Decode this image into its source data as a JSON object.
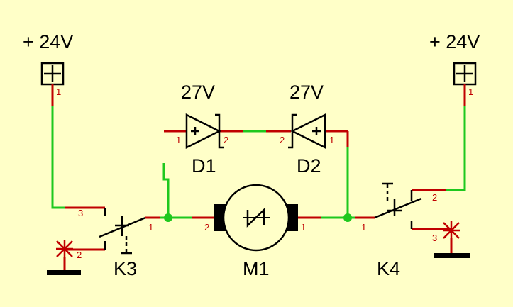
{
  "colors": {
    "background": "#ffffc8",
    "wire": "#1ec81e",
    "pin_lead": "#c00000",
    "pin_number": "#c00000",
    "symbol": "#000000",
    "ground_cross": "#c00000"
  },
  "power_left": {
    "label": "+ 24V",
    "pin": "1",
    "icon": "plus-box-icon"
  },
  "power_right": {
    "label": "+ 24V",
    "pin": "1",
    "icon": "plus-box-icon"
  },
  "diode_d1": {
    "name": "D1",
    "voltage": "27V",
    "pin1": "1",
    "pin2": "2",
    "icon": "zener-diode-icon"
  },
  "diode_d2": {
    "name": "D2",
    "voltage": "27V",
    "pin1": "1",
    "pin2": "2",
    "icon": "zener-diode-icon"
  },
  "motor": {
    "name": "M1",
    "pin1": "1",
    "pin2": "2",
    "icon": "motor-icon"
  },
  "relay_k3": {
    "name": "K3",
    "pin1": "1",
    "pin2": "2",
    "pin3": "3",
    "icon": "relay-switch-icon"
  },
  "relay_k4": {
    "name": "K4",
    "pin1": "1",
    "pin2": "2",
    "pin3": "3",
    "icon": "relay-switch-icon"
  }
}
